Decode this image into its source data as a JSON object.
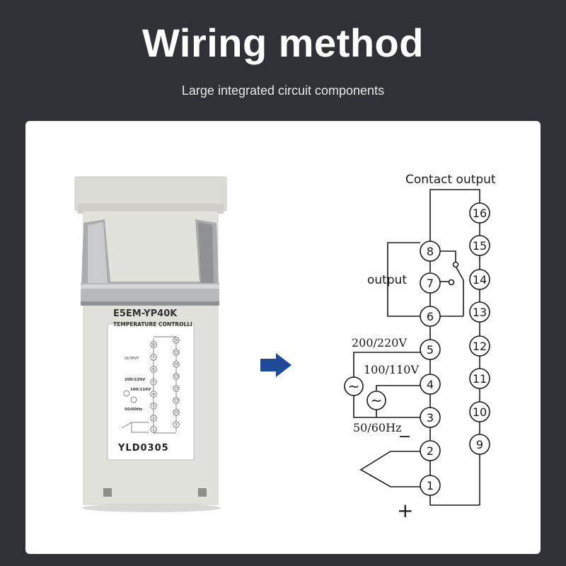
{
  "header": {
    "title": "Wiring method",
    "subtitle": "Large integrated circuit components"
  },
  "device": {
    "model": "E5EM-YP40K",
    "label_line": "TEMPERATURE CONTROLLI",
    "code": "YLD0305",
    "mini_output": "OUTPUT",
    "mini_v1": "200/220V",
    "mini_v2": "100/110V",
    "mini_hz": "50/60Hz",
    "mini_left_terminals": [
      "8",
      "7",
      "6",
      "5",
      "4",
      "3",
      "2",
      "1"
    ],
    "mini_right_terminals": [
      "16",
      "15",
      "14",
      "13",
      "12",
      "11",
      "10",
      "9"
    ]
  },
  "diagram": {
    "contact_output": "Contact output",
    "output": "output",
    "v1": "200/220V",
    "v2": "100/110V",
    "hz": "50/60Hz",
    "minus": "−",
    "plus": "+",
    "ac_symbol": "~",
    "left_terminals": [
      "8",
      "7",
      "6",
      "5",
      "4",
      "3",
      "2",
      "1"
    ],
    "right_terminals": [
      "16",
      "15",
      "14",
      "13",
      "12",
      "11",
      "10",
      "9"
    ]
  },
  "colors": {
    "background": "#2f3136",
    "panel": "#ffffff",
    "arrow": "#1f4a9a",
    "ink": "#1a1a1a"
  },
  "icons": {
    "arrow": "arrow-right-icon"
  }
}
